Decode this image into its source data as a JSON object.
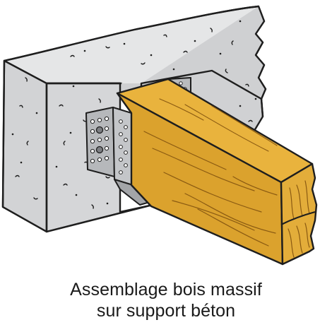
{
  "caption": {
    "line1": "Assemblage bois massif",
    "line2": "sur support béton"
  },
  "colors": {
    "concrete_front": "#d5d6d8",
    "concrete_top": "#e5e6e7",
    "concrete_side": "#cfd0d2",
    "wood_top": "#e9b33d",
    "wood_side": "#dba22d",
    "wood_end": "#e3ad3a",
    "wood_grain": "#8a5a12",
    "steel": "#b9bbbe",
    "steel_dark": "#8d8f93",
    "outline": "#1e1e1e"
  },
  "components": [
    "concrete-support",
    "metal-joist-hanger",
    "solid-wood-beam"
  ]
}
